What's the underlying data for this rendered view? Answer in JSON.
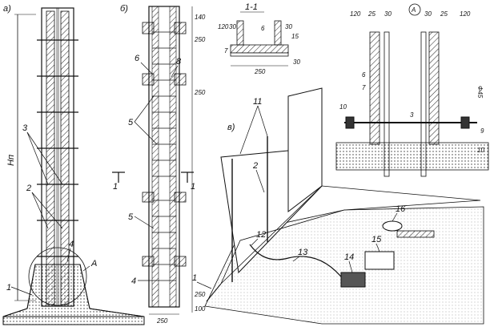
{
  "panels": {
    "a": "а)",
    "b": "б)",
    "v": "в)",
    "section": "1-1",
    "detail": "А"
  },
  "left": {
    "height_label": "Нп",
    "callouts": [
      "3",
      "2",
      "4",
      "1"
    ],
    "detail_ref": "А"
  },
  "middle": {
    "dims_right": [
      "140",
      "250",
      "250",
      "250",
      "100"
    ],
    "dim_bottom": "250",
    "callouts": [
      "6",
      "8",
      "5",
      "5",
      "4"
    ],
    "section_marks": [
      "1",
      "1"
    ]
  },
  "section11": {
    "dims_top": [
      "120",
      "30",
      "30"
    ],
    "callout": "6",
    "left": "7",
    "right": "15",
    "dim_bottom": "250",
    "dim_right": "30"
  },
  "detailA": {
    "dims_top": [
      "120",
      "25",
      "30",
      "30",
      "25",
      "120"
    ],
    "callouts": [
      "6",
      "7",
      "10",
      "3",
      "9",
      "10"
    ],
    "rod": "Ф45"
  },
  "perspective": {
    "callouts": [
      "11",
      "2",
      "12",
      "13",
      "14",
      "15",
      "16",
      "1"
    ]
  }
}
